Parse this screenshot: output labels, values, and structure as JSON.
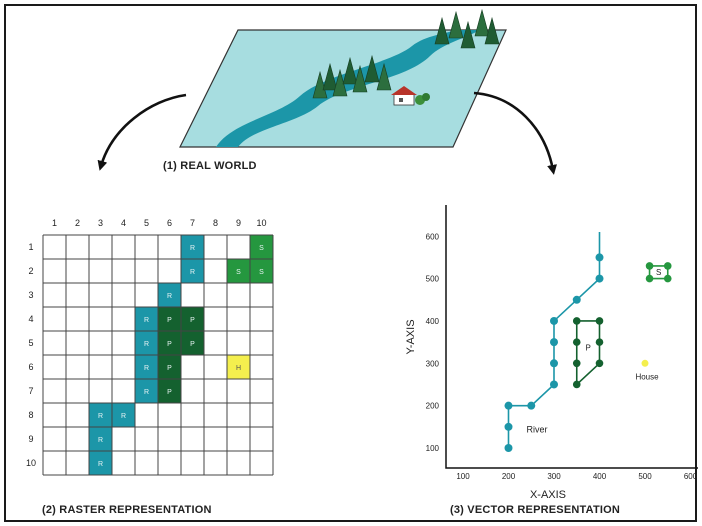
{
  "captions": {
    "real_world": "(1) REAL WORLD",
    "raster": "(2) RASTER REPRESENTATION",
    "vector": "(3) VECTOR REPRESENTATION"
  },
  "colors": {
    "river": "#1c96a8",
    "forest": "#14612f",
    "shrub": "#25973f",
    "house": "#f4ef4e",
    "ground": "#a4dde0",
    "grid_line": "#444444"
  },
  "raster": {
    "col_labels": [
      "1",
      "2",
      "3",
      "4",
      "5",
      "6",
      "7",
      "8",
      "9",
      "10"
    ],
    "row_labels": [
      "1",
      "2",
      "3",
      "4",
      "5",
      "6",
      "7",
      "8",
      "9",
      "10"
    ],
    "cells": [
      {
        "row": 1,
        "col": 7,
        "type": "river",
        "label": "R"
      },
      {
        "row": 1,
        "col": 10,
        "type": "shrub",
        "label": "S"
      },
      {
        "row": 2,
        "col": 7,
        "type": "river",
        "label": "R"
      },
      {
        "row": 2,
        "col": 9,
        "type": "shrub",
        "label": "S"
      },
      {
        "row": 2,
        "col": 10,
        "type": "shrub",
        "label": "S"
      },
      {
        "row": 3,
        "col": 6,
        "type": "river",
        "label": "R"
      },
      {
        "row": 4,
        "col": 5,
        "type": "river",
        "label": "R"
      },
      {
        "row": 4,
        "col": 6,
        "type": "forest",
        "label": "P"
      },
      {
        "row": 4,
        "col": 7,
        "type": "forest",
        "label": "P"
      },
      {
        "row": 5,
        "col": 5,
        "type": "river",
        "label": "R"
      },
      {
        "row": 5,
        "col": 6,
        "type": "forest",
        "label": "P"
      },
      {
        "row": 5,
        "col": 7,
        "type": "forest",
        "label": "P"
      },
      {
        "row": 6,
        "col": 5,
        "type": "river",
        "label": "R"
      },
      {
        "row": 6,
        "col": 6,
        "type": "forest",
        "label": "P"
      },
      {
        "row": 6,
        "col": 9,
        "type": "house",
        "label": "H"
      },
      {
        "row": 7,
        "col": 5,
        "type": "river",
        "label": "R"
      },
      {
        "row": 7,
        "col": 6,
        "type": "forest",
        "label": "P"
      },
      {
        "row": 8,
        "col": 3,
        "type": "river",
        "label": "R"
      },
      {
        "row": 8,
        "col": 4,
        "type": "river",
        "label": "R"
      },
      {
        "row": 9,
        "col": 3,
        "type": "river",
        "label": "R"
      },
      {
        "row": 10,
        "col": 3,
        "type": "river",
        "label": "R"
      }
    ]
  },
  "vector": {
    "x_axis_label": "X-AXIS",
    "y_axis_label": "Y-AXIS",
    "x_ticks": [
      "100",
      "200",
      "300",
      "400",
      "500",
      "600"
    ],
    "y_ticks": [
      "100",
      "200",
      "300",
      "400",
      "500",
      "600"
    ],
    "river_label": "River",
    "forest_label": "P",
    "shrub_label": "S",
    "house_label": "House",
    "river_points": [
      [
        200,
        100
      ],
      [
        200,
        150
      ],
      [
        200,
        200
      ],
      [
        250,
        200
      ],
      [
        300,
        250
      ],
      [
        300,
        300
      ],
      [
        300,
        350
      ],
      [
        300,
        400
      ],
      [
        350,
        450
      ],
      [
        400,
        500
      ],
      [
        400,
        550
      ],
      [
        400,
        610
      ]
    ],
    "forest_points": [
      [
        350,
        250
      ],
      [
        350,
        300
      ],
      [
        350,
        350
      ],
      [
        350,
        400
      ],
      [
        400,
        400
      ],
      [
        400,
        350
      ],
      [
        400,
        300
      ]
    ],
    "shrub_points": [
      [
        510,
        530
      ],
      [
        550,
        530
      ],
      [
        550,
        500
      ],
      [
        510,
        500
      ],
      [
        510,
        530
      ]
    ],
    "house_point": [
      500,
      300
    ]
  }
}
